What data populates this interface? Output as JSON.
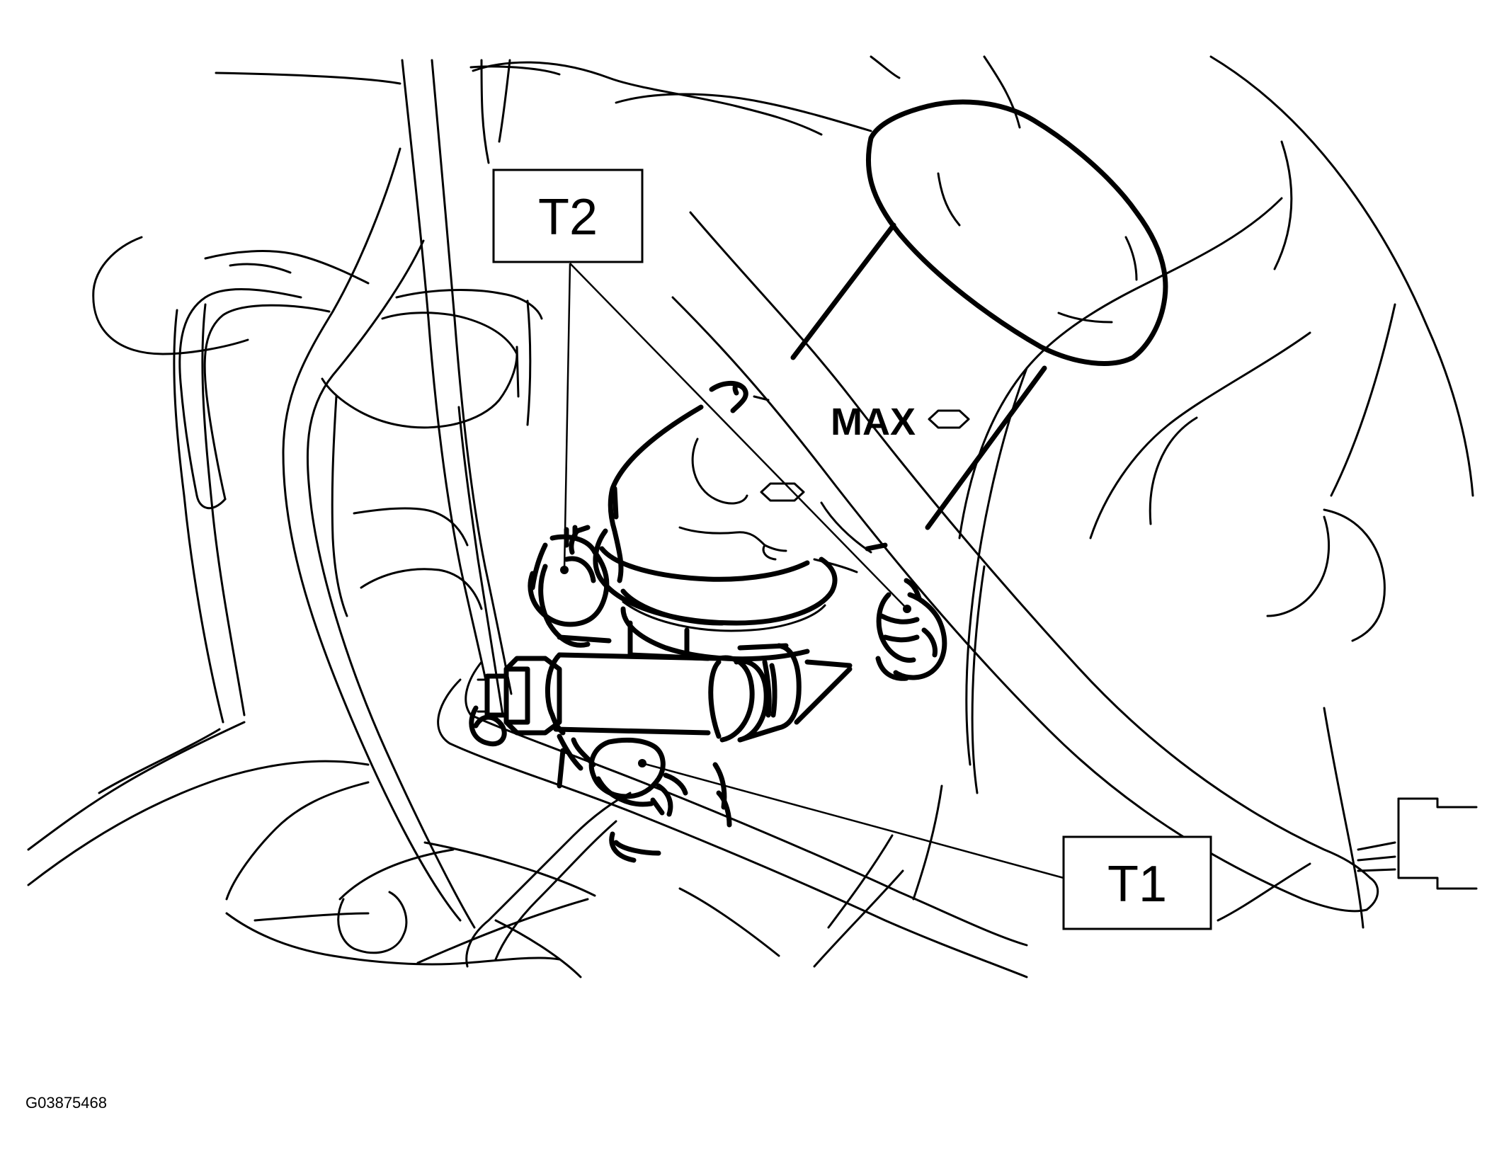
{
  "callouts": [
    {
      "id": "t2",
      "label": "T2"
    },
    {
      "id": "t1",
      "label": "T1"
    }
  ],
  "reservoir_marking": "MAX",
  "figure_id": "G03875468"
}
